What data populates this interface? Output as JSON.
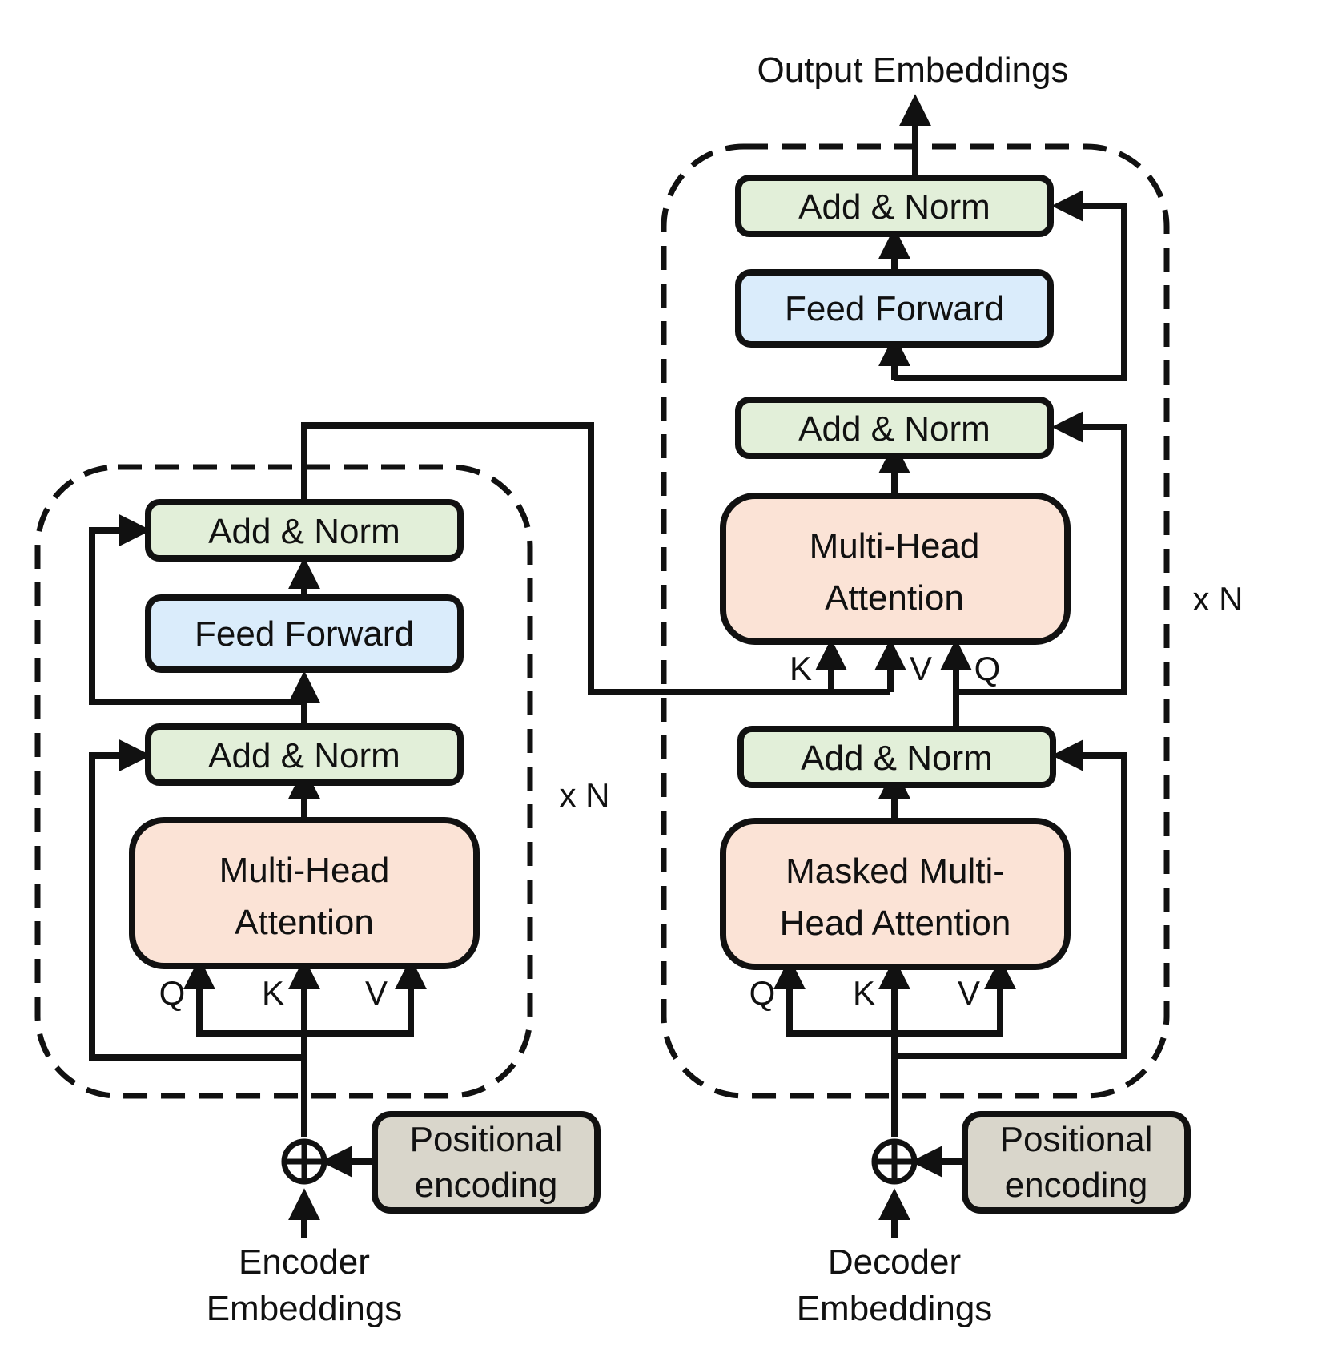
{
  "colors": {
    "add_norm": "#e2efd9",
    "feed_forward": "#daecfb",
    "attention": "#fbe3d6",
    "positional": "#d9d6cb",
    "stroke": "#111111"
  },
  "output_label": "Output Embeddings",
  "encoder": {
    "repeat_label": "x N",
    "add_norm_top": "Add & Norm",
    "feed_forward": "Feed Forward",
    "add_norm_bottom": "Add & Norm",
    "attention_line1": "Multi-Head",
    "attention_line2": "Attention",
    "q_label": "Q",
    "k_label": "K",
    "v_label": "V",
    "positional_line1": "Positional",
    "positional_line2": "encoding",
    "input_line1": "Encoder",
    "input_line2": "Embeddings"
  },
  "decoder": {
    "repeat_label": "x N",
    "add_norm_top": "Add & Norm",
    "feed_forward": "Feed Forward",
    "add_norm_mid": "Add & Norm",
    "cross_attention_line1": "Multi-Head",
    "cross_attention_line2": "Attention",
    "cross_k_label": "K",
    "cross_v_label": "V",
    "cross_q_label": "Q",
    "add_norm_bottom": "Add & Norm",
    "masked_attention_line1": "Masked Multi-",
    "masked_attention_line2": "Head Attention",
    "q_label": "Q",
    "k_label": "K",
    "v_label": "V",
    "positional_line1": "Positional",
    "positional_line2": "encoding",
    "input_line1": "Decoder",
    "input_line2": "Embeddings"
  }
}
